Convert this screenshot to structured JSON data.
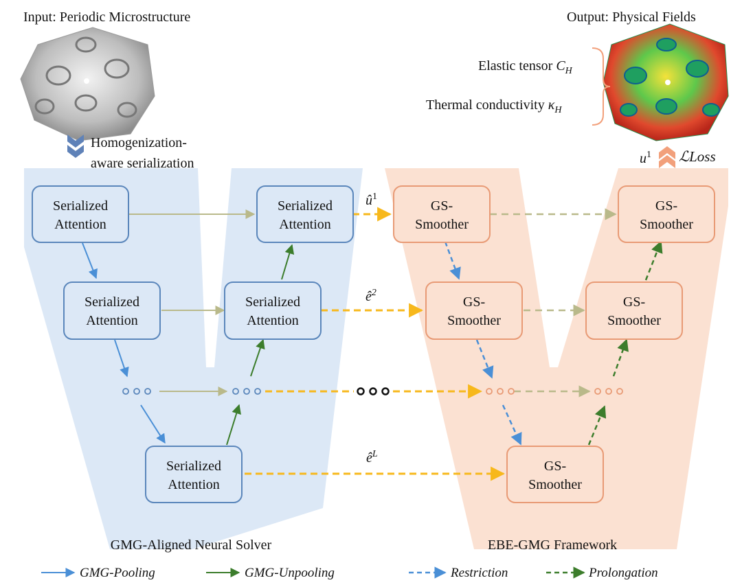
{
  "input_title": "Input: Periodic Microstructure",
  "output_title": "Output: Physical Fields",
  "serialization_label": [
    "Homogenization-",
    "aware serialization"
  ],
  "elastic_label": "Elastic tensor",
  "elastic_symbol": "C",
  "elastic_sub": "H",
  "thermal_label": "Thermal conductivity",
  "thermal_symbol": "κ",
  "thermal_sub": "H",
  "u1_label": "u",
  "u1_sup": "1",
  "loss_label": "Loss",
  "loss_script": "ℒ",
  "attention_label": [
    "Serialized",
    "Attention"
  ],
  "smoother_label": [
    "GS-",
    "Smoother"
  ],
  "uhat_label": "û",
  "uhat_sup": "1",
  "ehat2_label": "ê",
  "ehat2_sup": "2",
  "ehatL_label": "ê",
  "ehatL_sup": "L",
  "left_caption": "GMG-Aligned Neural Solver",
  "right_caption": "EBE-GMG Framework",
  "legend": {
    "pooling": "GMG-Pooling",
    "unpooling": "GMG-Unpooling",
    "restriction": "Restriction",
    "prolongation": "Prolongation"
  },
  "colors": {
    "blue_bg": "#dce8f6",
    "orange_bg": "#fbe1d2",
    "pooling": "#4a8fd6",
    "unpooling": "#3c7d2c",
    "skip": "#b9b98a",
    "transfer": "#f7b81c",
    "restriction": "#4a8fd6",
    "prolongation": "#3c7d2c",
    "serialization_arrow": "#5f82b8",
    "loss_arrow": "#f2a07b"
  }
}
